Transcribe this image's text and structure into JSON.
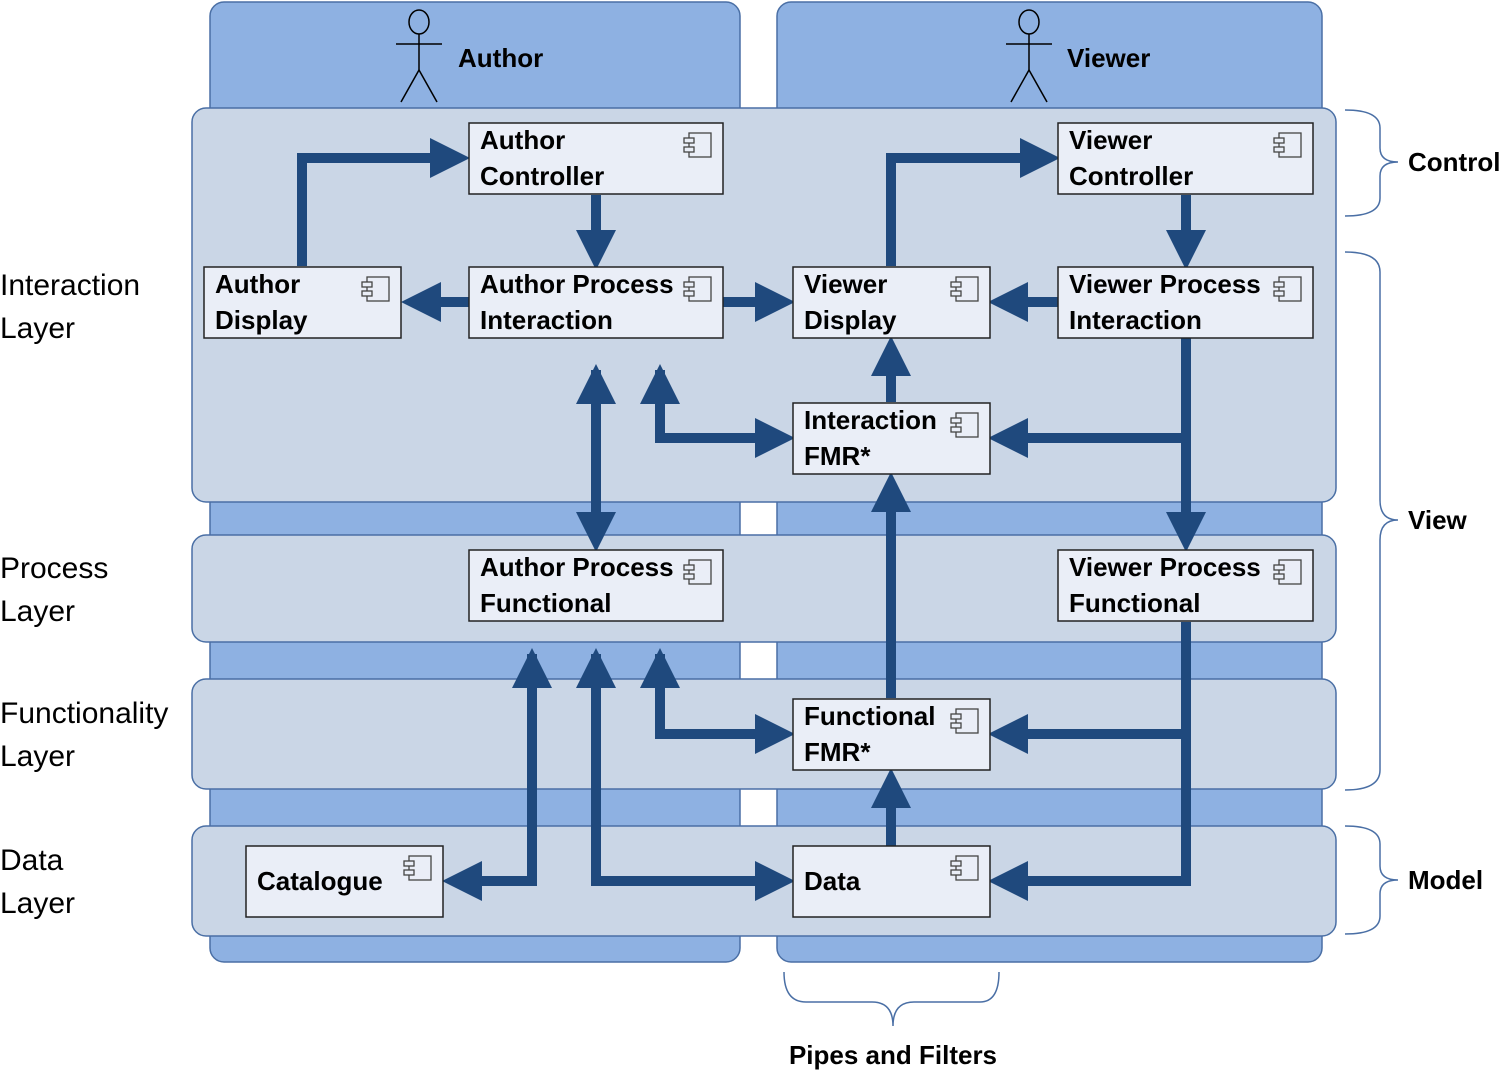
{
  "colors": {
    "lane_fill": "#8eb1e2",
    "lane_stroke": "#4a6fa5",
    "layer_fill": "#cad6e6",
    "layer_stroke": "#4a6fa5",
    "box_fill": "#eaeef7",
    "box_stroke": "#222222",
    "arrow": "#1f497d",
    "brace": "#4a6fa5"
  },
  "actors": {
    "author": "Author",
    "viewer": "Viewer"
  },
  "layers": {
    "interaction": [
      "Interaction",
      "Layer"
    ],
    "process": [
      "Process",
      "Layer"
    ],
    "functionality": [
      "Functionality",
      "Layer"
    ],
    "data": [
      "Data",
      "Layer"
    ]
  },
  "components": {
    "author_controller": [
      "Author",
      "Controller"
    ],
    "viewer_controller": [
      "Viewer",
      "Controller"
    ],
    "author_display": [
      "Author",
      "Display"
    ],
    "author_process_interaction": [
      "Author Process",
      "Interaction"
    ],
    "viewer_display": [
      "Viewer",
      "Display"
    ],
    "viewer_process_interaction": [
      "Viewer Process",
      "Interaction"
    ],
    "interaction_fmr": [
      "Interaction",
      "FMR*"
    ],
    "author_process_functional": [
      "Author Process",
      "Functional"
    ],
    "viewer_process_functional": [
      "Viewer Process",
      "Functional"
    ],
    "functional_fmr": [
      "Functional",
      "FMR*"
    ],
    "catalogue": [
      "Catalogue"
    ],
    "data": [
      "Data"
    ]
  },
  "braces": {
    "control": "Control",
    "view": "View",
    "model": "Model",
    "pipes": "Pipes and Filters"
  },
  "icons": {
    "component": "uml-component-icon",
    "actor": "stick-figure-icon"
  }
}
